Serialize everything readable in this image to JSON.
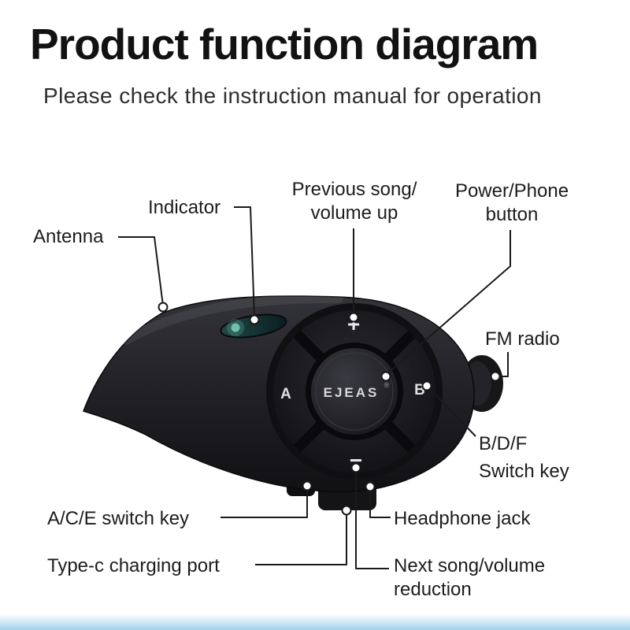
{
  "header": {
    "title": "Product function diagram",
    "subtitle": "Please check the instruction manual for operation"
  },
  "device": {
    "brand": "EJEAS",
    "registered_mark": "®",
    "volume_up_symbol": "+",
    "volume_down_symbol": "−",
    "key_a": "A",
    "key_b": "B"
  },
  "callouts": {
    "antenna": "Antenna",
    "indicator": "Indicator",
    "previous_song": "Previous song/\nvolume up",
    "power_phone": "Power/Phone\nbutton",
    "fm_radio": "FM radio",
    "bdf_switch": "B/D/F\nSwitch key",
    "ace_switch": "A/C/E switch key",
    "type_c": "Type-c charging port",
    "headphone_jack": "Headphone jack",
    "next_song": "Next song/volume\nreduction"
  },
  "colors": {
    "lens_glow": "#7fd8c4",
    "device_body_dark": "#1b1b1f",
    "footer_band": "#96cdeb",
    "text": "#1c1c1c"
  }
}
